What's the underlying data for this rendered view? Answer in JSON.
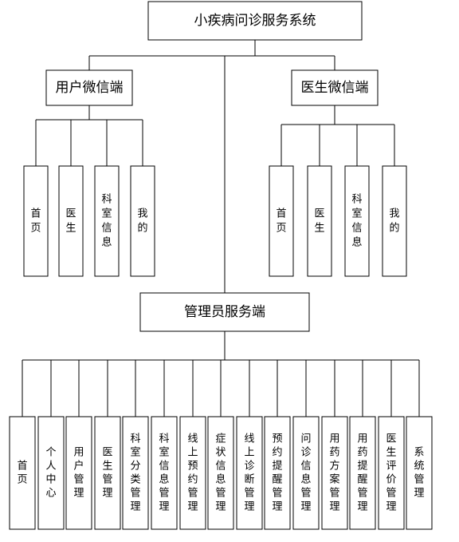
{
  "root": "小疾病问诊服务系统",
  "user_client": {
    "title": "用户微信端",
    "modules": [
      "首页",
      "医生",
      "科室信息",
      "我的"
    ]
  },
  "doctor_client": {
    "title": "医生微信端",
    "modules": [
      "首页",
      "医生",
      "科室信息",
      "我的"
    ]
  },
  "admin_client": {
    "title": "管理员服务端",
    "modules": [
      "首页",
      "个人中心",
      "用户管理",
      "医生管理",
      "科室分类管理",
      "科室信息管理",
      "线上预约管理",
      "症状信息管理",
      "线上诊断管理",
      "预约提醒管理",
      "问诊信息管理",
      "用药方案管理",
      "用药提醒管理",
      "医生评价管理",
      "系统管理"
    ]
  }
}
